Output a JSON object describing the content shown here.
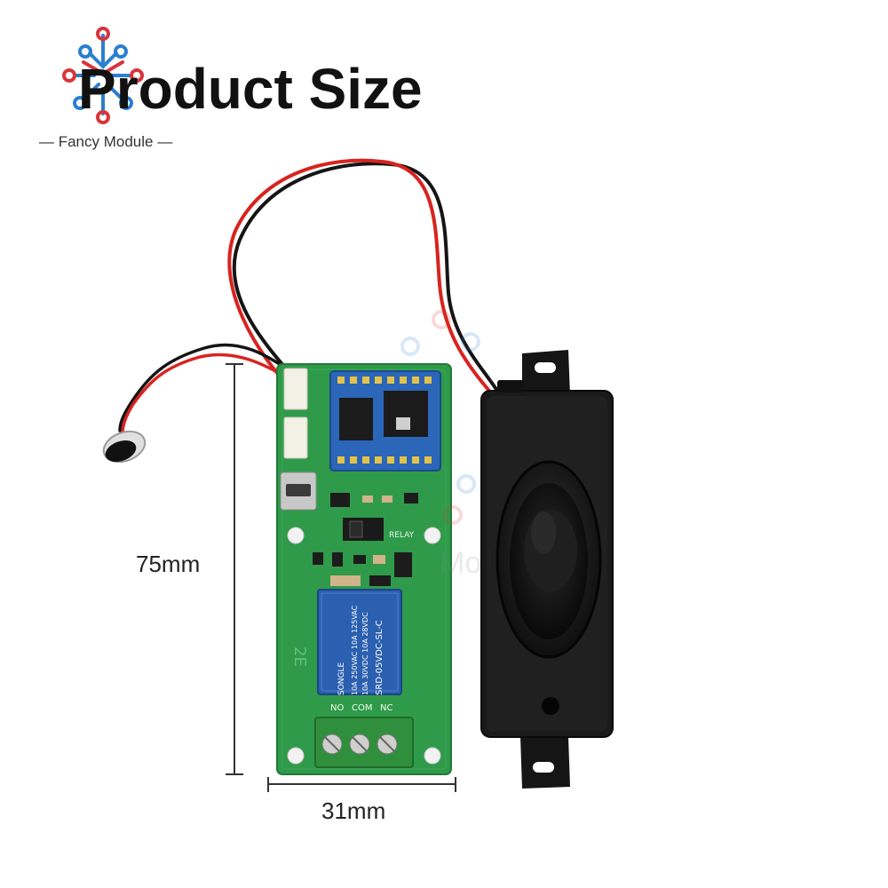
{
  "header": {
    "title": "Product Size",
    "brand": "— Fancy Module —"
  },
  "dimensions": {
    "height_label": "75mm",
    "width_label": "31mm"
  },
  "relay": {
    "brand": "SONGLE",
    "rating1": "10A 250VAC 10A 125VAC",
    "rating2": "10A 30VDC 10A 28VDC",
    "model": "SRD-05VDC-SL-C"
  },
  "terminals": {
    "no": "NO",
    "com": "COM",
    "nc": "NC"
  },
  "board": {
    "relay_label": "RELAY"
  },
  "colors": {
    "pcb": "#2f9a4a",
    "relay": "#2b5fb0",
    "terminal": "#2f8f3c",
    "speaker": "#141414",
    "wire_red": "#d8231f",
    "wire_black": "#151515",
    "logo_red": "#d9343a",
    "logo_blue": "#2a7fd0"
  }
}
